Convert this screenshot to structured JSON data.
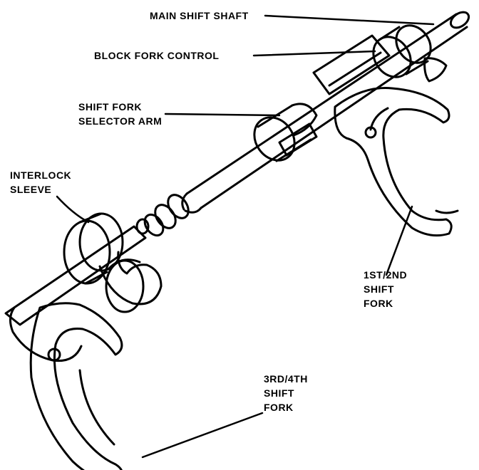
{
  "labels": {
    "main_shift_shaft": "MAIN SHIFT SHAFT",
    "block_fork_control": "BLOCK FORK CONTROL",
    "shift_fork_selector_arm": [
      "SHIFT FORK",
      "SELECTOR ARM"
    ],
    "interlock_sleeve": [
      "INTERLOCK",
      "SLEEVE"
    ],
    "shift_fork_1st_2nd": [
      "1ST/2ND",
      "SHIFT",
      "FORK"
    ],
    "shift_fork_3rd_4th": [
      "3RD/4TH",
      "SHIFT",
      "FORK"
    ]
  },
  "colors": {
    "ink": "#000000",
    "paper": "#ffffff"
  }
}
